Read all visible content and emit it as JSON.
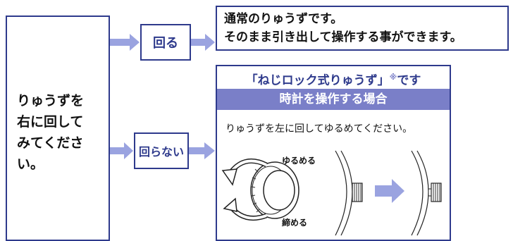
{
  "left": {
    "text": "りゅうずを\n右に回して\nみてください。"
  },
  "branch_turn": {
    "label": "回る"
  },
  "branch_no_turn": {
    "label": "回らない"
  },
  "normal": {
    "text": "通常のりゅうずです。\nそのまま引き出して操作する事ができます。"
  },
  "screw_lock": {
    "title": "「ねじロック式りゅうず」",
    "title_mark": "※",
    "title_suffix": "です",
    "operate_label": "時計を操作する場合",
    "instruction": "りゅうずを左に回してゆるめてください。",
    "loosen_label": "ゆるめる",
    "tighten_label": "締める"
  },
  "colors": {
    "frame": "#2e3a8c",
    "accent": "#7a7fc8",
    "arrow": "#9aa3e0"
  }
}
